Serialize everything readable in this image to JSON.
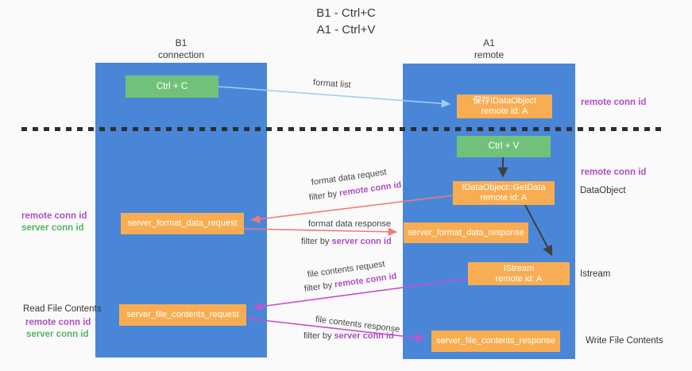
{
  "title": {
    "line1": "B1 - Ctrl+C",
    "line2": "A1 - Ctrl+V"
  },
  "columns": {
    "left": {
      "name": "B1",
      "role": "connection"
    },
    "right": {
      "name": "A1",
      "role": "remote"
    }
  },
  "nodes": {
    "ctrl_c": "Ctrl + C",
    "ctrl_v": "Ctrl + V",
    "save_idataobject": {
      "line1": "保存IDataObject",
      "line2": "remote id: A"
    },
    "getdata": {
      "line1": "IDataObject::GetData",
      "line2": "remote id: A"
    },
    "istream": {
      "line1": "IStream",
      "line2": "remote id: A"
    },
    "server_format_data_request": "server_format_data_request",
    "server_format_data_response": "server_format_data_response",
    "server_file_contents_request": "server_file_contents_request",
    "server_file_contents_response": "server_file_contents_response"
  },
  "arrow_labels": {
    "format_list": "format list",
    "format_data_request": "format data request",
    "format_data_response": "format data response",
    "file_contents_request": "file contents request",
    "file_contents_response": "file contents response",
    "filter_by": "filter by ",
    "remote_conn_id": "remote conn id",
    "server_conn_id": "server conn id"
  },
  "side_labels": {
    "remote_conn_id": "remote conn id",
    "server_conn_id": "server conn id",
    "data_object": "DataObject",
    "istream": "Istream",
    "read_file_contents": "Read File Contents",
    "write_file_contents": "Write File Contents"
  },
  "colors": {
    "lane_blue": "#4a86d8",
    "node_green": "#72c17a",
    "node_orange": "#f9ad52",
    "arrow_light_blue": "#9fcff0",
    "arrow_salmon": "#f27979",
    "arrow_magenta": "#c750cb",
    "arrow_black": "#3f3f3f",
    "text_purple": "#ae4ec4",
    "text_green": "#55b463",
    "background": "#fafafa"
  }
}
